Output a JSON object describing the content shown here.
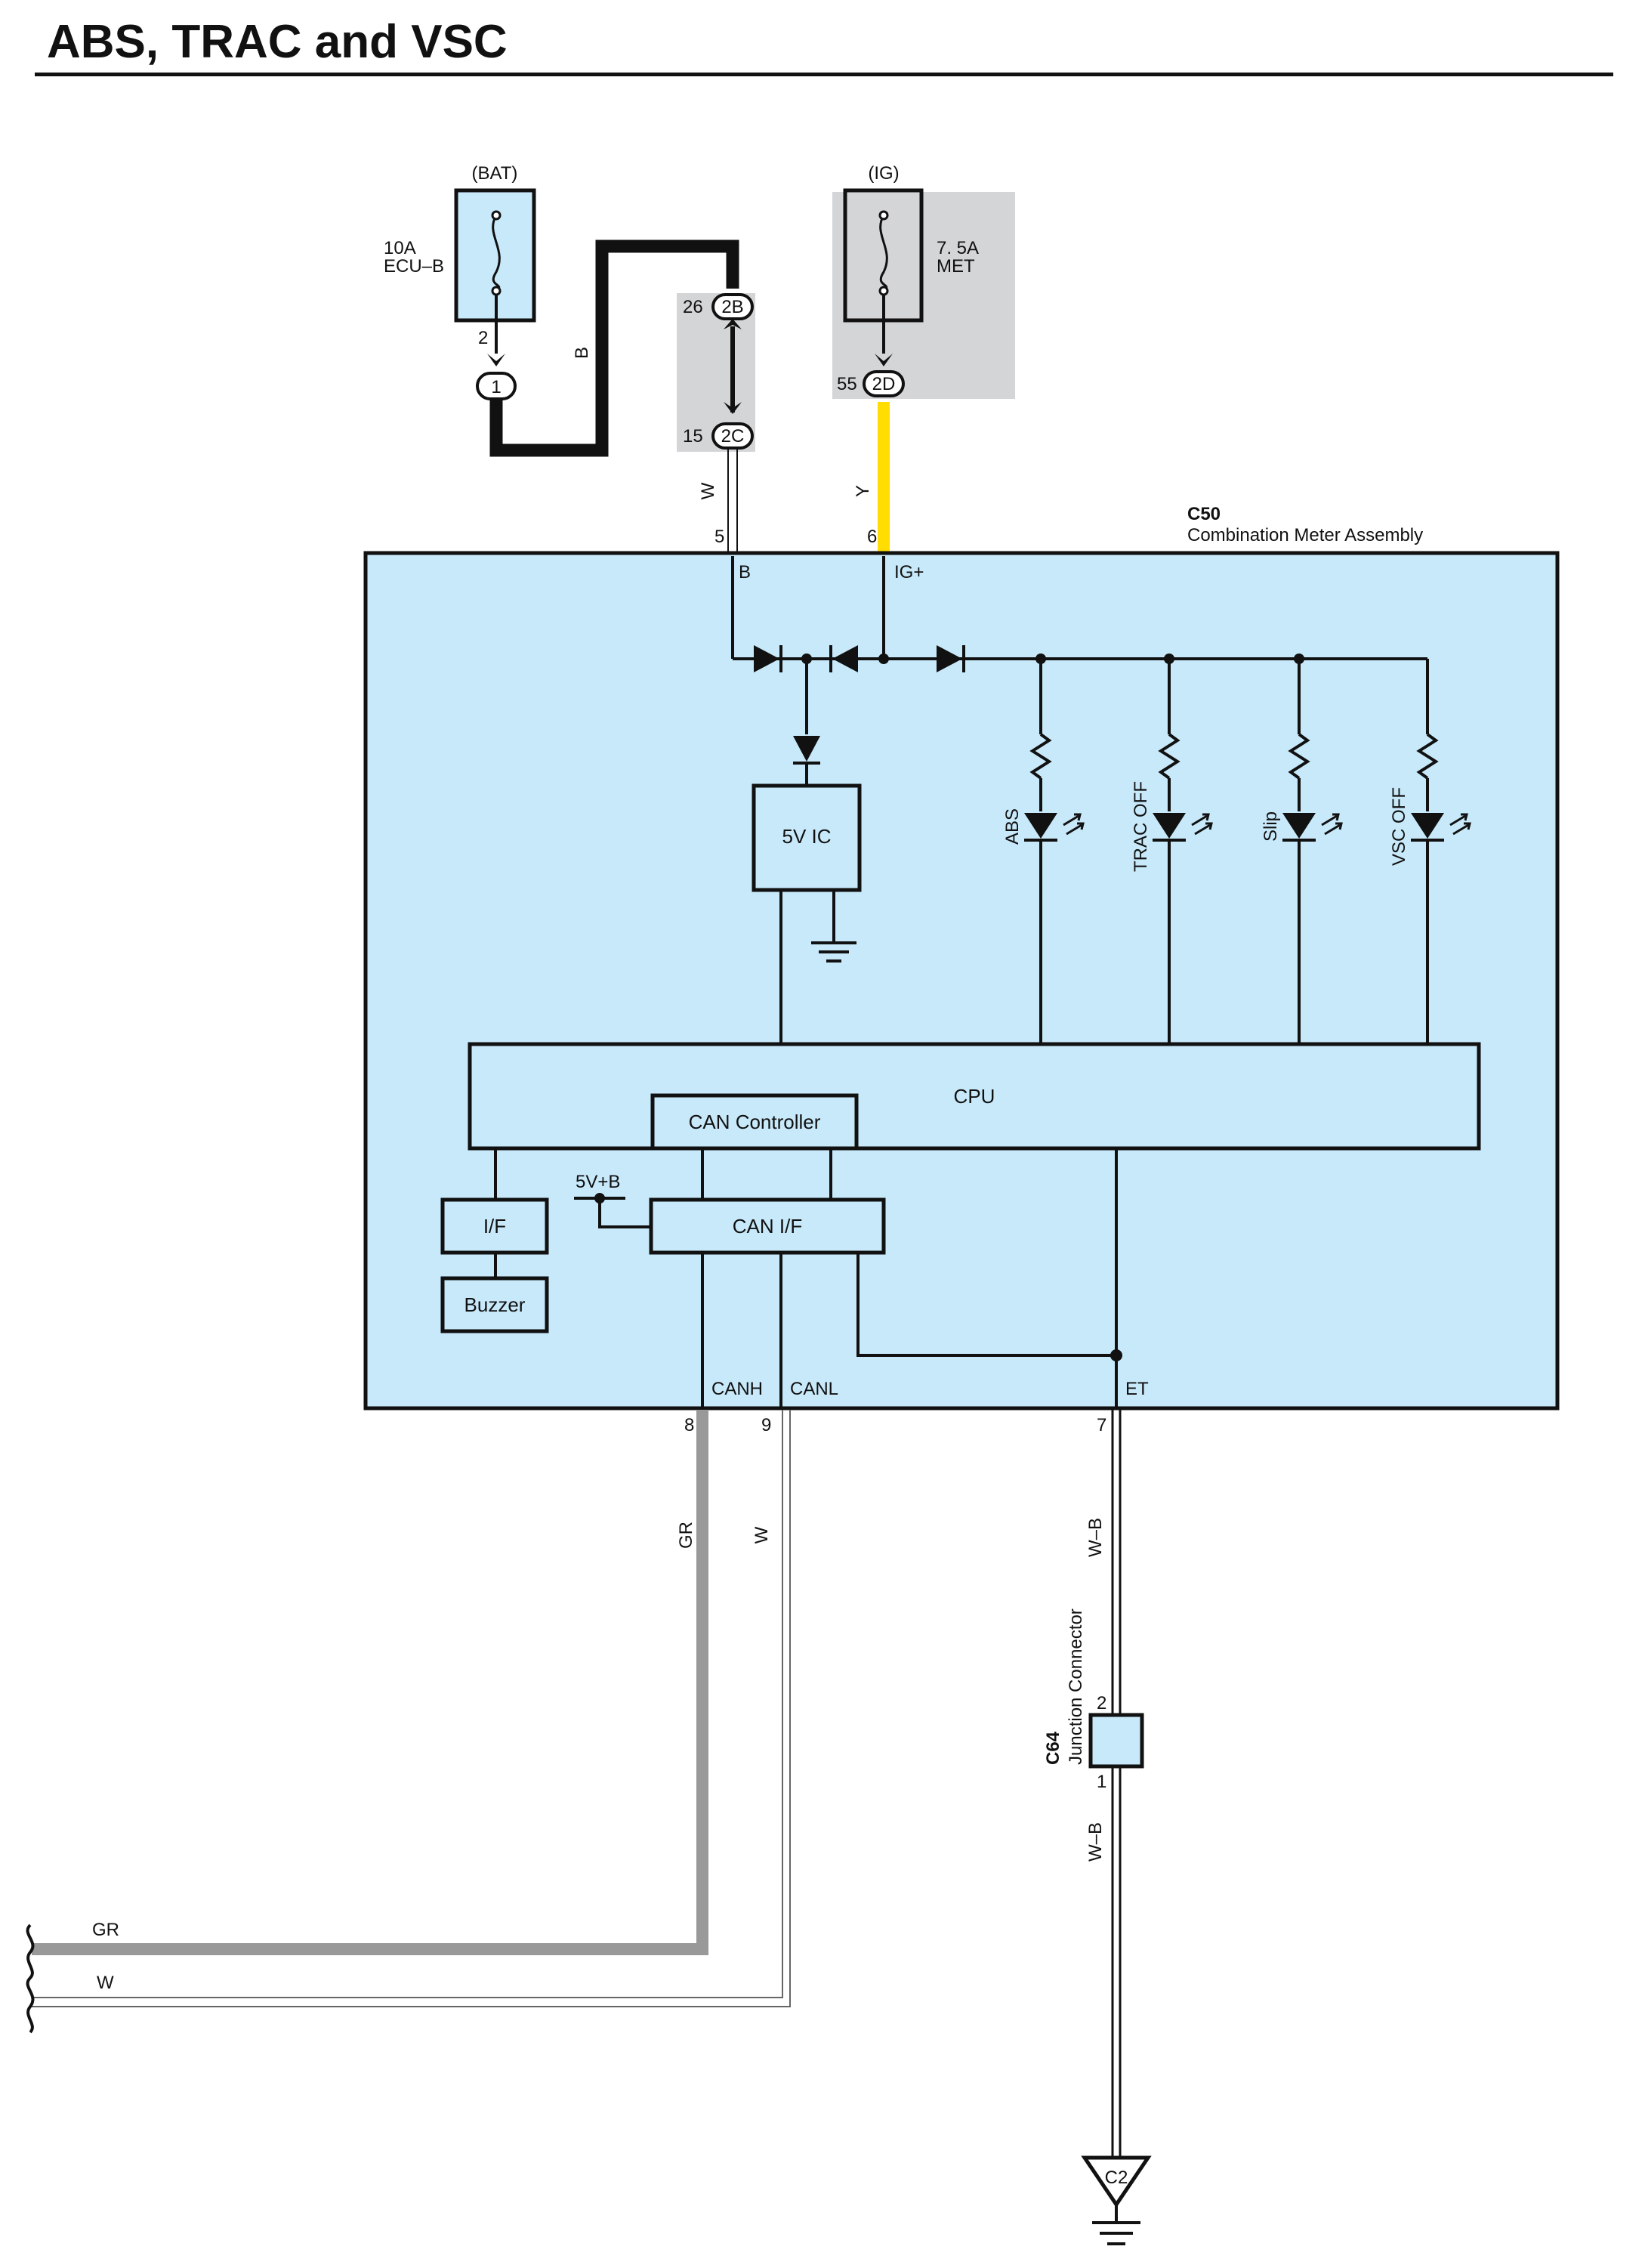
{
  "title": "ABS, TRAC and VSC",
  "power": {
    "bat_label": "(BAT)",
    "bat_fuse_rating": "10A",
    "bat_fuse_name": "ECU–B",
    "bat_fuse_pin": "2",
    "bat_conn_pin": "1",
    "bat_wire_color": "B",
    "ig_label": "(IG)",
    "ig_fuse_rating": "7. 5A",
    "ig_fuse_name": "MET",
    "ig_pin": "55",
    "ig_conn": "2D",
    "ig_wire_color": "Y"
  },
  "junction_block": {
    "pin_top": "26",
    "conn_top": "2B",
    "pin_bottom": "15",
    "conn_bottom": "2C",
    "wire_color_out": "W"
  },
  "meter": {
    "code": "C50",
    "name": "Combination Meter Assembly",
    "pin_b": "5",
    "term_b": "B",
    "pin_ig": "6",
    "term_ig": "IG+",
    "ic_label": "5V IC",
    "cpu_label": "CPU",
    "can_controller_label": "CAN Controller",
    "can_if_label": "CAN I/F",
    "if_label": "I/F",
    "buzzer_label": "Buzzer",
    "supply_label": "5V+B",
    "lamps": [
      "ABS",
      "TRAC OFF",
      "Slip",
      "VSC OFF"
    ],
    "term_canh": "CANH",
    "term_canl": "CANL",
    "term_et": "ET",
    "pin_canh": "8",
    "pin_canl": "9",
    "pin_et": "7"
  },
  "wires": {
    "canh_color": "GR",
    "canl_color": "W",
    "et_color": "W–B",
    "ground_color": "W–B"
  },
  "junction_connector": {
    "code": "C64",
    "name": "Junction Connector",
    "pin_top": "2",
    "pin_bottom": "1"
  },
  "ground": {
    "code": "C2"
  },
  "colors": {
    "module_fill": "#c8e9fa",
    "fuse_fill": "#c8e9fa",
    "junction_block_fill": "#d4d5d7",
    "wire_black": "#111111",
    "wire_yellow": "#ffdd00",
    "wire_gray": "#999999"
  }
}
